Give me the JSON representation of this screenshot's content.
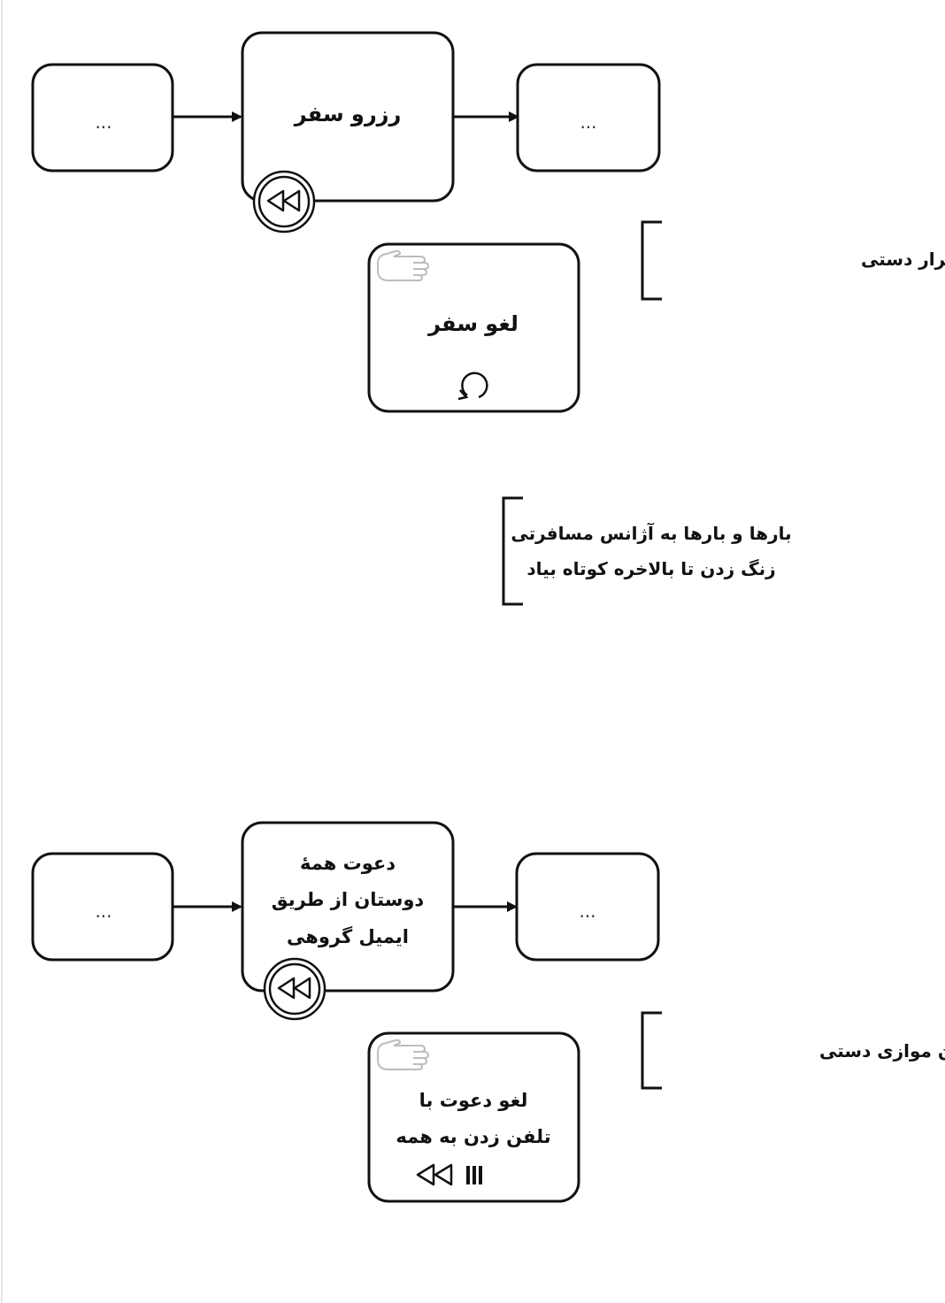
{
  "diagram": {
    "top": {
      "left_task": {
        "label": "..."
      },
      "main_task": {
        "label": "رزرو سفر"
      },
      "right_task": {
        "label": "..."
      },
      "compensation_task": {
        "label": "لغو سفر"
      },
      "annotation_1": {
        "text": "جبران‌سازی تکرار دستی"
      },
      "annotation_2": {
        "lines": [
          "بارها و بارها به آژانس مسافرتی",
          "زنگ زدن تا بالاخره کوتاه بیاد"
        ]
      }
    },
    "bottom": {
      "left_task": {
        "label": "..."
      },
      "main_task": {
        "lines": [
          "دعوت همۀ",
          "دوستان از طریق",
          "ایمیل گروهی"
        ]
      },
      "right_task": {
        "label": "..."
      },
      "compensation_task": {
        "lines": [
          "لغو دعوت با",
          "تلفن زدن به همه"
        ]
      },
      "annotation": {
        "text": "جبران موازی دستی"
      }
    }
  },
  "colors": {
    "stroke": "#111111",
    "manual_icon": "#bdbdbd"
  },
  "icons": {
    "compensation_boundary": "rewind-icon",
    "manual_task": "hand-icon",
    "loop": "loop-icon",
    "parallel": "parallel-bars-icon"
  }
}
